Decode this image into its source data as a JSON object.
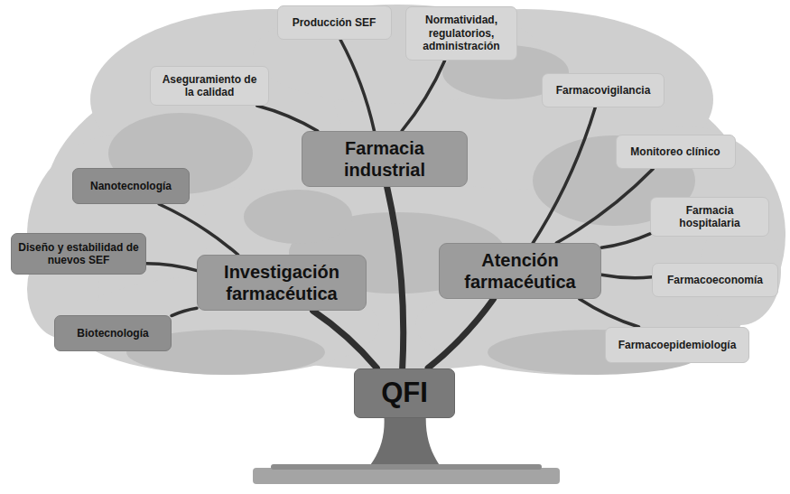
{
  "diagram": {
    "nodes": [
      {
        "text": [
          "Producción SEF"
        ]
      },
      {
        "text": [
          "Normatividad, regulatorios, administración"
        ]
      },
      {
        "text": [
          "Aseguramiento de la calidad"
        ]
      },
      {
        "text": [
          "Farmacovigilancia"
        ]
      },
      {
        "text": [
          "Farmacia industrial"
        ]
      },
      {
        "text": [
          "Monitoreo clínico"
        ]
      },
      {
        "text": [
          "Nanotecnología"
        ]
      },
      {
        "text": [
          "Farmacia hospitalaria"
        ]
      },
      {
        "text": [
          "Diseño y estabilidad de nuevos SEF"
        ]
      },
      {
        "text": [
          "Atención farmacéutica"
        ]
      },
      {
        "text": [
          "Investigación farmacéutica"
        ]
      },
      {
        "text": [
          "Farmacoeconomía"
        ]
      },
      {
        "text": [
          "Biotecnología"
        ]
      },
      {
        "text": [
          "Farmacoepidemiología"
        ]
      },
      {
        "text": [
          "QFI"
        ]
      }
    ],
    "edges": [
      {
        "from": 14,
        "to": 4,
        "arrow": "none"
      },
      {
        "from": 14,
        "to": 10,
        "arrow": "none"
      },
      {
        "from": 14,
        "to": 9,
        "arrow": "none"
      },
      {
        "from": 4,
        "to": 0,
        "arrow": "none"
      },
      {
        "from": 4,
        "to": 1,
        "arrow": "none"
      },
      {
        "from": 4,
        "to": 2,
        "arrow": "none"
      },
      {
        "from": 9,
        "to": 3,
        "arrow": "none"
      },
      {
        "from": 9,
        "to": 5,
        "arrow": "none"
      },
      {
        "from": 9,
        "to": 7,
        "arrow": "none"
      },
      {
        "from": 9,
        "to": 11,
        "arrow": "none"
      },
      {
        "from": 9,
        "to": 13,
        "arrow": "none"
      },
      {
        "from": 10,
        "to": 6,
        "arrow": "none"
      },
      {
        "from": 10,
        "to": 8,
        "arrow": "none"
      },
      {
        "from": 10,
        "to": 12,
        "arrow": "none"
      }
    ]
  }
}
